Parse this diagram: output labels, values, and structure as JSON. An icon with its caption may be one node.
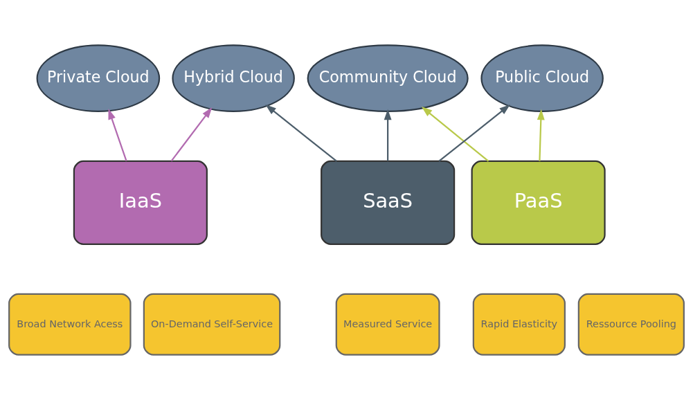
{
  "diagram": {
    "nodes": [
      {
        "text": [
          "Private Cloud"
        ]
      },
      {
        "text": [
          "Community Cloud"
        ]
      },
      {
        "text": [
          "Public Cloud"
        ]
      },
      {
        "text": [
          "Hybrid Cloud"
        ]
      },
      {
        "text": [
          "IaaS"
        ]
      },
      {
        "text": [
          "PaaS"
        ]
      },
      {
        "text": [
          "SaaS"
        ]
      },
      {
        "text": [
          "On-Demand Self-Service"
        ]
      },
      {
        "text": [
          "Broad Network Acess"
        ]
      },
      {
        "text": [
          "Ressource Pooling"
        ]
      },
      {
        "text": [
          "Rapid Elasticity"
        ]
      },
      {
        "text": [
          "Measured Service"
        ]
      }
    ],
    "edges": [
      {
        "from": 4,
        "to": 0,
        "arrow": "to",
        "color": "#b26bb0"
      },
      {
        "from": 4,
        "to": 3,
        "arrow": "to",
        "color": "#b26bb0"
      },
      {
        "from": 5,
        "to": 1,
        "arrow": "to",
        "color": "#b9c94a"
      },
      {
        "from": 5,
        "to": 2,
        "arrow": "to",
        "color": "#b9c94a"
      },
      {
        "from": 6,
        "to": 1,
        "arrow": "to"
      },
      {
        "from": 6,
        "to": 2,
        "arrow": "to"
      },
      {
        "from": 6,
        "to": 3,
        "arrow": "to"
      }
    ]
  }
}
